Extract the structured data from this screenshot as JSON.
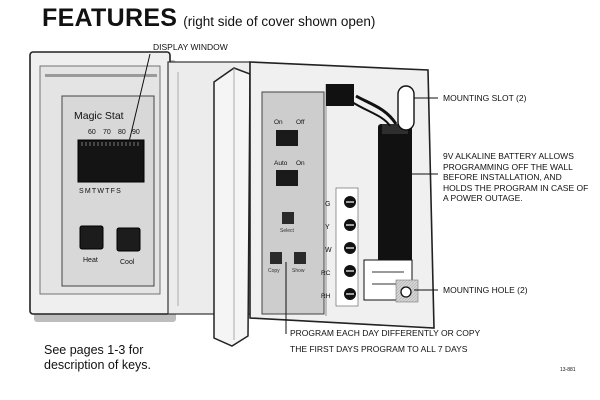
{
  "header": {
    "title": "FEATURES",
    "subtitle": "(right side of cover shown open)"
  },
  "device": {
    "brand": "Magic Stat",
    "scale_numbers": [
      "60",
      "70",
      "80",
      "90"
    ],
    "days": "SMTWTFS",
    "heat_label": "Heat",
    "cool_label": "Cool",
    "switch_on_1": "On",
    "switch_off_1": "Off",
    "switch_auto": "Auto",
    "switch_on_2": "On",
    "small_button_1": "Select",
    "small_button_2": "Copy",
    "small_button_3": "Show",
    "terminals": [
      "G",
      "Y",
      "W",
      "RC",
      "RH"
    ]
  },
  "callouts": {
    "display_window": "DISPLAY WINDOW",
    "mounting_slot": "MOUNTING SLOT (2)",
    "battery": "9V ALKALINE BATTERY ALLOWS PROGRAMMING OFF THE WALL BEFORE INSTALLATION, AND HOLDS THE PROGRAM IN CASE OF A POWER OUTAGE.",
    "mounting_hole": "MOUNTING HOLE (2)",
    "program_line1_a": "PROGRAM",
    "program_line1_b": "EACH DAY DIFFERENTLY OR COPY",
    "program_line2": "THE FIRST DAYS PROGRAM TO ALL 7 DAYS"
  },
  "footer": {
    "note": "See pages 1-3 for description of keys.",
    "figure_id": "13-881"
  }
}
